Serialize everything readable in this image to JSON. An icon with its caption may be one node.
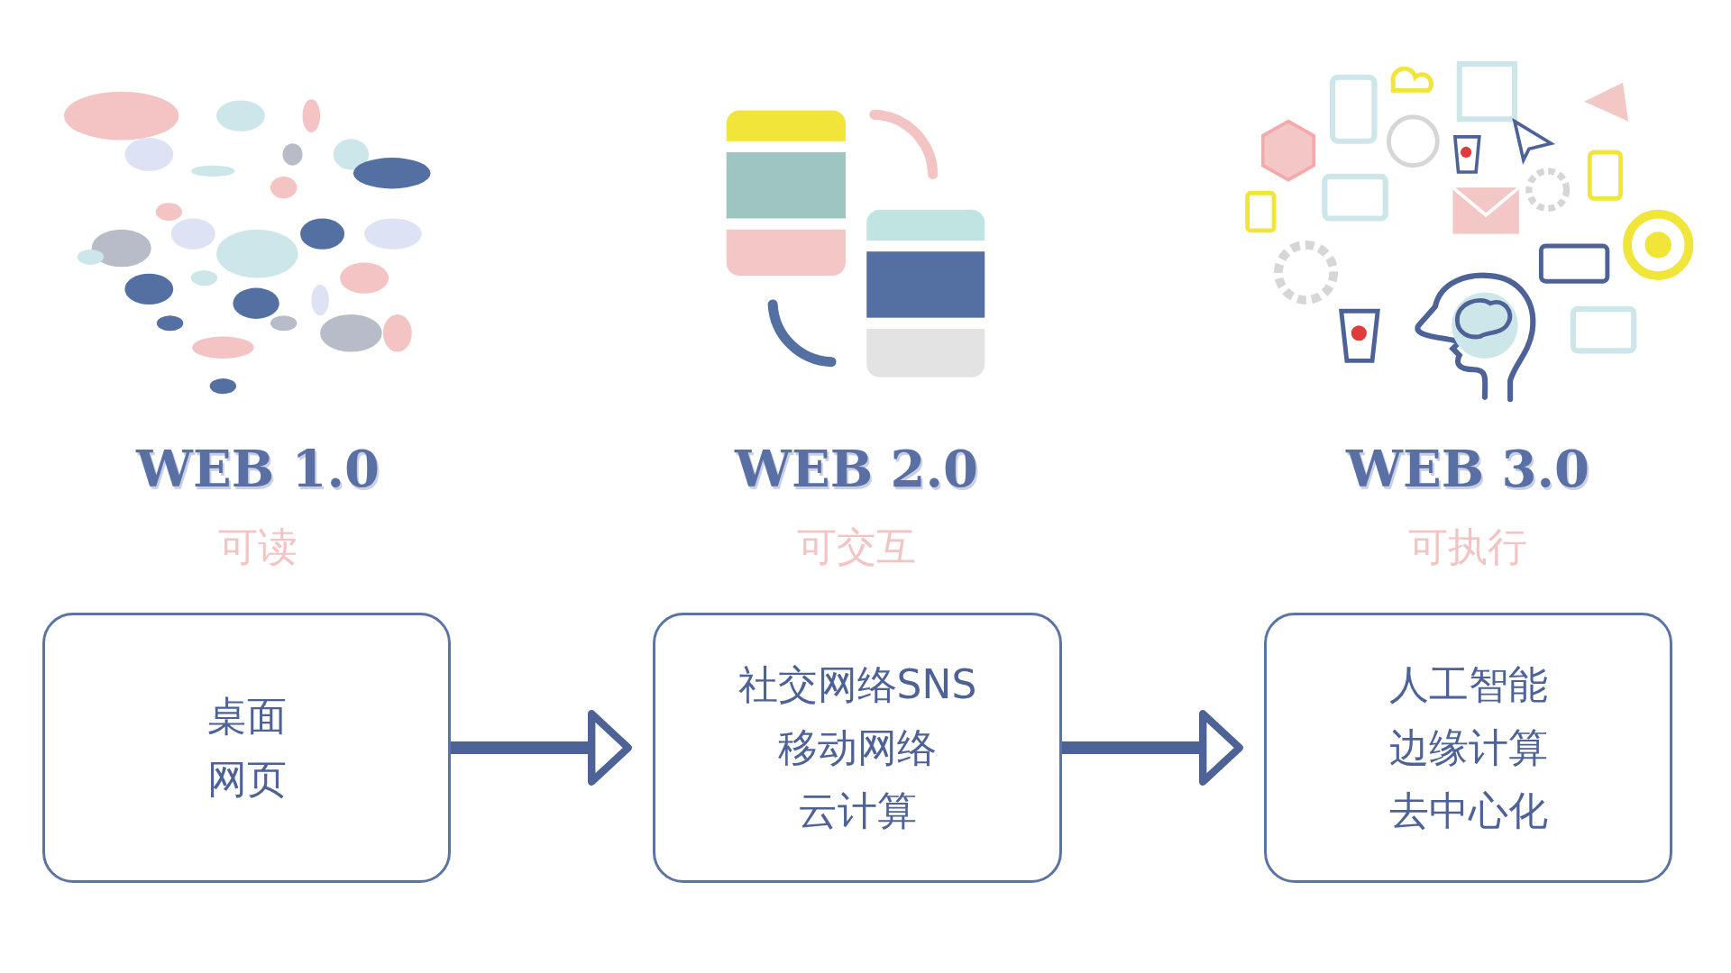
{
  "diagram": {
    "nodes": [
      {
        "text": [
          "桌面",
          "网页"
        ]
      },
      {
        "text": [
          "社交网络SNS",
          "移动网络",
          "云计算"
        ]
      },
      {
        "text": [
          "人工智能",
          "边缘计算",
          "去中心化"
        ]
      }
    ],
    "edges": [
      {
        "from": 0,
        "to": 1,
        "arrow": "to"
      },
      {
        "from": 1,
        "to": 2,
        "arrow": "to"
      }
    ],
    "labels": [
      "WEB 1.0",
      "可读",
      "WEB 2.0",
      "可交互",
      "WEB 3.0",
      "可执行"
    ]
  }
}
